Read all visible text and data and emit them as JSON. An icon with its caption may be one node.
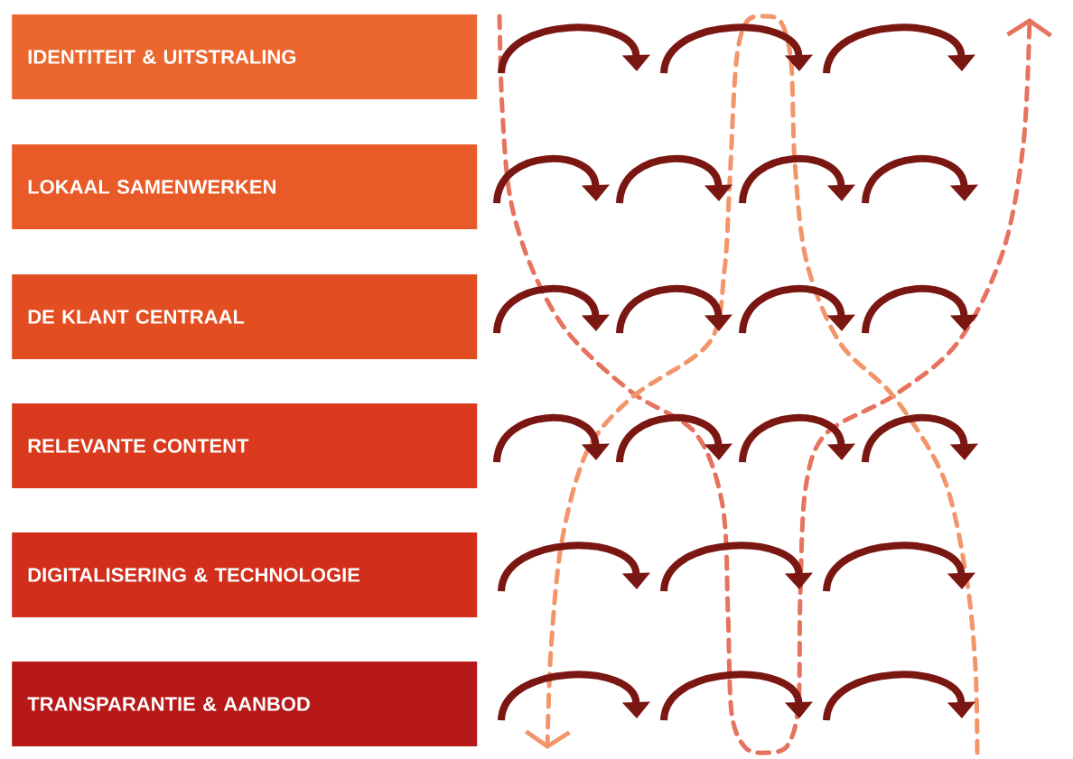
{
  "diagram": {
    "nodes": [
      {
        "text": [
          "IDENTITEIT & UITSTRALING"
        ]
      },
      {
        "text": [
          "LOKAAL SAMENWERKEN"
        ]
      },
      {
        "text": [
          "DE KLANT CENTRAAL"
        ]
      },
      {
        "text": [
          "RELEVANTE CONTENT"
        ]
      },
      {
        "text": [
          "DIGITALISERING & TECHNOLOGIE"
        ]
      },
      {
        "text": [
          "TRANSPARANTIE & AANBOD"
        ]
      }
    ]
  }
}
